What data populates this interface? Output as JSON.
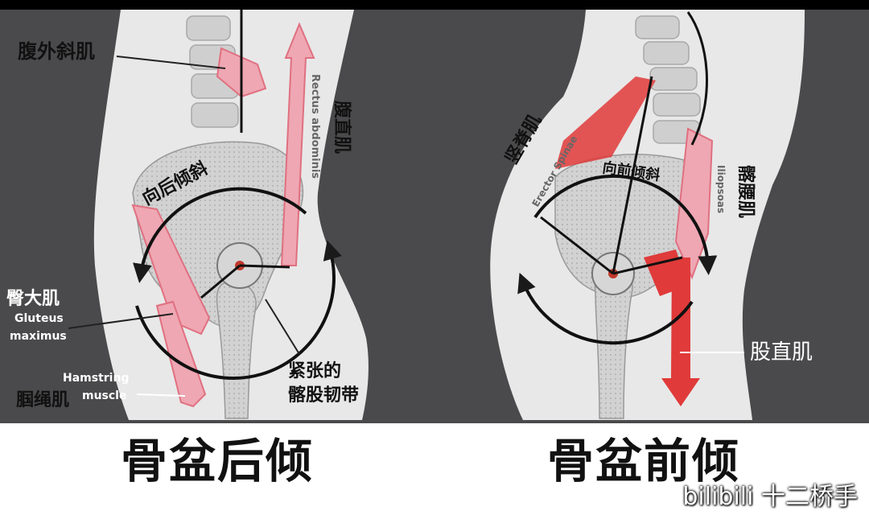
{
  "colors": {
    "dark_bg": "#4a4a4c",
    "body": "#e9e9e9",
    "bone": "#cbcbcb",
    "muscle_light": "#eea7b3",
    "muscle_red": "#e03a3a",
    "arrow": "#1a1a1a"
  },
  "left_panel": {
    "caption": "骨盆后倾",
    "rotation_label": "向后倾斜",
    "labels": {
      "abdominal_oblique": "腹外斜肌",
      "rectus_en": "Rectus abdominis",
      "rectus_cn": "腹直肌",
      "gluteus_cn": "臀大肌",
      "gluteus_en_1": "Gluteus",
      "gluteus_en_2": "maximus",
      "hamstring_en_1": "Hamstring",
      "hamstring_en_2": "muscle",
      "hamstring_cn": "腘绳肌",
      "it_band_1": "紧张的",
      "it_band_2": "髂股韧带"
    }
  },
  "right_panel": {
    "caption": "骨盆前倾",
    "rotation_label": "向前倾斜",
    "labels": {
      "erector_cn": "竖脊肌",
      "erector_en": "Erector Spinae",
      "iliopsoas_cn": "髂腰肌",
      "iliopsoas_en": "Iliopsoas",
      "rectus_femoris_cn": "股直肌"
    }
  },
  "watermark": "bilibili 十二桥手"
}
